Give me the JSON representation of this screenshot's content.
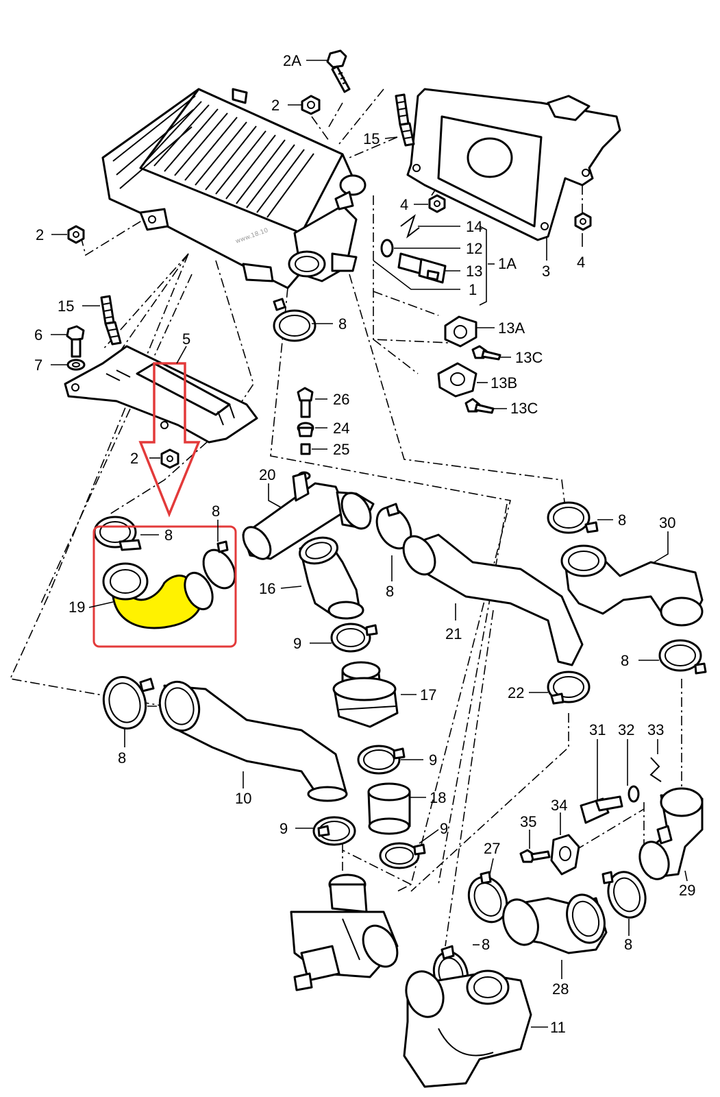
{
  "diagram": {
    "watermark": "www.18.10",
    "highlight_color": "#fff200",
    "annotation_color": "#e33a3a",
    "callouts": {
      "c2A": "2A",
      "c2a": "2",
      "c15a": "15",
      "c4a": "4",
      "c14": "14",
      "c12": "12",
      "c13": "13",
      "c1A": "1A",
      "c1": "1",
      "c3": "3",
      "c4b": "4",
      "c2b": "2",
      "c8a": "8",
      "c13A": "13A",
      "c13Ca": "13C",
      "c13B": "13B",
      "c13Cb": "13C",
      "c15b": "15",
      "c6": "6",
      "c7": "7",
      "c5": "5",
      "c26": "26",
      "c24": "24",
      "c25": "25",
      "c2c": "2",
      "c20": "20",
      "c8b": "8",
      "c8c": "8",
      "c19": "19",
      "c16": "16",
      "c8d": "8",
      "c21": "21",
      "c8e": "8",
      "c30": "30",
      "c9a": "9",
      "c8f": "8",
      "c17": "17",
      "c22": "22",
      "c8g": "8",
      "c31": "31",
      "c32": "32",
      "c33": "33",
      "c10": "10",
      "c9b": "9",
      "c18": "18",
      "c34": "34",
      "c35": "35",
      "c9c": "9",
      "c9d": "9",
      "c27": "27",
      "c29": "29",
      "c8h": "8",
      "c8i": "8",
      "c28": "28",
      "c11": "11"
    }
  }
}
